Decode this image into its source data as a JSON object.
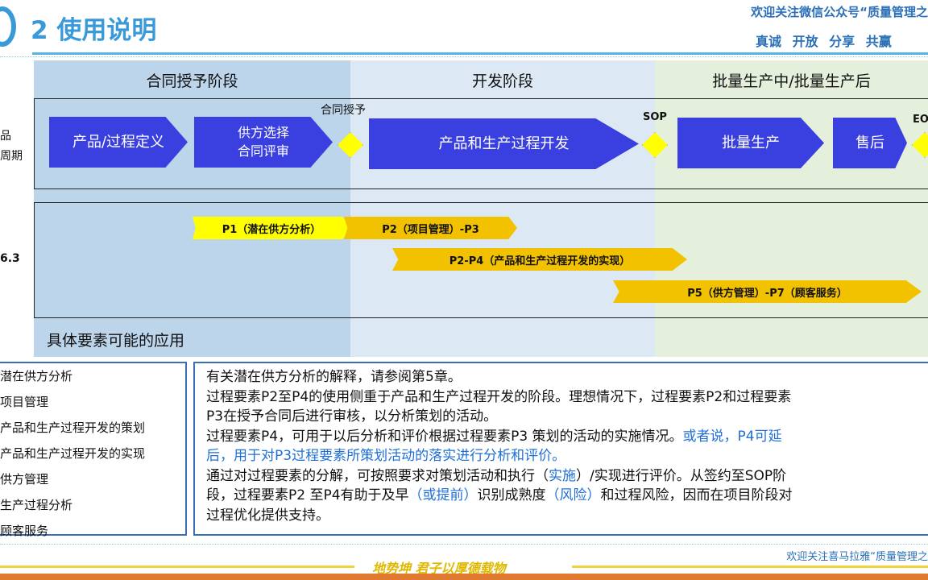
{
  "header": {
    "title": "2 使用说明",
    "wechat": "欢迎关注微信公众号“质量管理之",
    "motto": "真诚  开放  分享  共赢"
  },
  "colors": {
    "accent": "#3a9ad9",
    "arrow_blue": "#3a3fe0",
    "milestone": "#ffff00",
    "element_arrow": "#f2c200"
  },
  "left_labels": {
    "lifecycle_a": "品",
    "lifecycle_b": "周期",
    "section": "6.3"
  },
  "phases": [
    "合同授予阶段",
    "开发阶段",
    "批量生产中/批量生产后"
  ],
  "milestones": [
    "合同授予",
    "SOP",
    "EO"
  ],
  "steps": [
    "产品/过程定义",
    "供方选择\n合同评审",
    "产品和生产过程开发",
    "批量生产",
    "售后"
  ],
  "elements": [
    "P1（潜在供方分析）",
    "P2（项目管理）-P3",
    "P2-P4（产品和生产过程开发的实现）",
    "P5（供方管理）-P7（顾客服务）"
  ],
  "application_label": "具体要素可能的应用",
  "element_list": [
    "潜在供方分析",
    "项目管理",
    "产品和生产过程开发的策划",
    "产品和生产过程开发的实现",
    "供方管理",
    "生产过程分析",
    "顾客服务"
  ],
  "description": {
    "l1": "有关潜在供方分析的解释，请参阅第5章。",
    "l2": "过程要素P2至P4的使用侧重于产品和生产过程开发的阶段。理想情况下，过程要素P2和过程要素",
    "l3": "P3在授予合同后进行审核，以分析策划的活动。",
    "l4a": "过程要素P4，可用于以后分析和评价根据过程要素P3  策划的活动的实施情况。",
    "l4b": "或者说，P4可延",
    "l5": "后，用于对P3过程要素所策划活动的落实进行分析和评价。",
    "l6a": "通过对过程要素的分解，可按照要求对策划活动和执行（",
    "l6b": "实施",
    "l6c": "）/实现进行评价。从签约至SOP阶",
    "l7a": "段，过程要素P2  至P4有助于及早",
    "l7b": "（或提前）",
    "l7c": "识别成熟度",
    "l7d": "（风险）",
    "l7e": "和过程风险，因而在项目阶段对",
    "l8": "过程优化提供支持。"
  },
  "footer": {
    "slogan": "地势坤  君子以厚德载物",
    "himalaya": "欢迎关注喜马拉雅“质量管理之"
  }
}
